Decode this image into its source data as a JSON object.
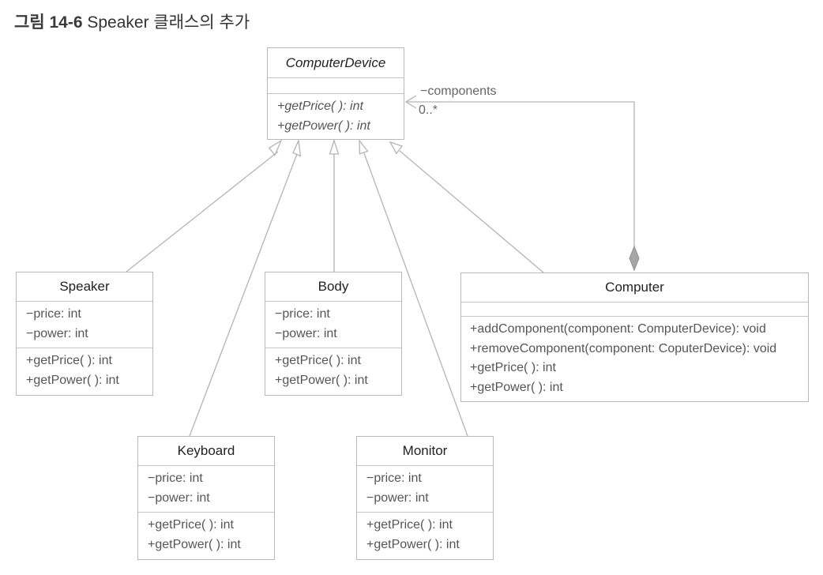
{
  "caption": {
    "figure_number": "그림 14-6",
    "title": "Speaker 클래스의 추가"
  },
  "classes": {
    "computer_device": {
      "name": "ComputerDevice",
      "attributes": [],
      "operations": [
        "+getPrice( ): int",
        "+getPower( ): int"
      ]
    },
    "speaker": {
      "name": "Speaker",
      "attributes": [
        "−price: int",
        "−power: int"
      ],
      "operations": [
        "+getPrice( ): int",
        "+getPower( ): int"
      ]
    },
    "body": {
      "name": "Body",
      "attributes": [
        "−price: int",
        "−power: int"
      ],
      "operations": [
        "+getPrice( ): int",
        "+getPower( ): int"
      ]
    },
    "computer": {
      "name": "Computer",
      "attributes": [],
      "operations": [
        "+addComponent(component: ComputerDevice): void",
        "+removeComponent(component: CoputerDevice): void",
        "+getPrice( ): int",
        "+getPower( ): int"
      ]
    },
    "keyboard": {
      "name": "Keyboard",
      "attributes": [
        "−price: int",
        "−power: int"
      ],
      "operations": [
        "+getPrice( ): int",
        "+getPower( ): int"
      ]
    },
    "monitor": {
      "name": "Monitor",
      "attributes": [
        "−price: int",
        "−power: int"
      ],
      "operations": [
        "+getPrice( ): int",
        "+getPower( ): int"
      ]
    }
  },
  "association": {
    "role": "−components",
    "multiplicity": "0..*"
  },
  "colors": {
    "line": "#b4b4b4",
    "box_border": "#b8b8b8",
    "text": "#555555",
    "diamond": "#a6a6a6"
  }
}
